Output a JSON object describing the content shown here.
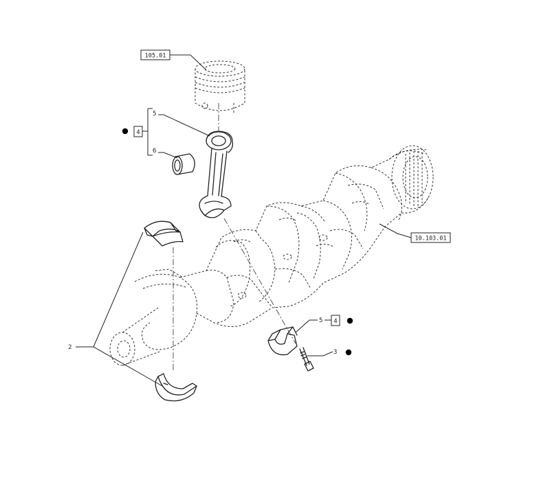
{
  "references": {
    "piston": "105.01",
    "flywheel": "10.103.01"
  },
  "callouts": {
    "conrod_kit": "4",
    "conrod": "5",
    "small_end_bushing": "6",
    "main_bearing_shells": "2",
    "bearing_cap_kit_a": "5",
    "bearing_cap_kit_b": "4",
    "cap_bolt": "3"
  },
  "colors": {
    "line": "#222222",
    "background": "#ffffff",
    "marker": "#000000"
  }
}
